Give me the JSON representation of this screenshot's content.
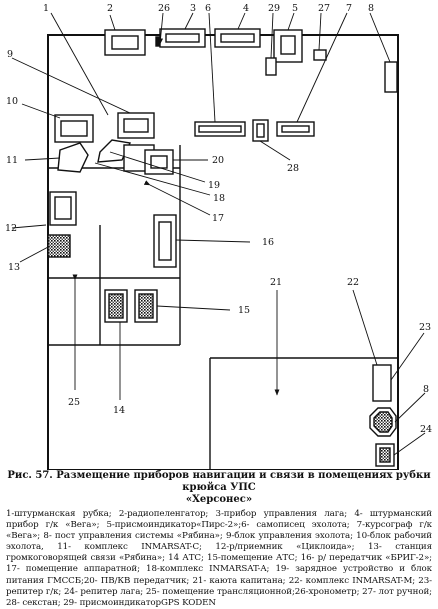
{
  "labels": {
    "n1": "1",
    "n2": "2",
    "n3": "3",
    "n4": "4",
    "n5": "5",
    "n6": "6",
    "n7": "7",
    "n8a": "8",
    "n8b": "8",
    "n9": "9",
    "n10": "10",
    "n11": "11",
    "n12": "12",
    "n13": "13",
    "n14": "14",
    "n15": "15",
    "n16": "16",
    "n17": "17",
    "n18": "18",
    "n19": "19",
    "n20": "20",
    "n21": "21",
    "n22": "22",
    "n23": "23",
    "n24": "24",
    "n25": "25",
    "n26": "26",
    "n27": "27",
    "n28": "28",
    "n29": "29"
  },
  "caption": {
    "title": "Рис. 57. Размещение приборов навигации и связи в помещениях рубки крюйса УПС",
    "subtitle": "«Херсонес»",
    "legend": "1-штурманская рубка; 2-радиопеленгатор; 3-прибор управления лага; 4- штурманский прибор г/к «Вега»; 5-присмоиндикатор«Пирс-2»;6- самописец эхолота; 7-курсограф г/к «Вега»; 8- пост управления системы «Рябина»; 9-блок управления эхолота; 10-блок рабочий эхолота, 11- комплекс INMARSAT-C; 12-р/приемник «Циклоида»; 13- станция громкоговорящей связи «Рябина»; 14 АТС; 15-помещение АТС; 16- р/ передатчик «БРИГ-2»; 17- помещение аппаратной; 18-комплекс INMARSAT-A; 19- зарядное устройство и блок питания ГМССБ;20- ПВ/КВ передатчик; 21- каюта капитана; 22- комплекс INMARSAT-M; 23- репитер г/к; 24- репитер лага; 25- помещение трансляционной;26-хронометр; 27- лот ручной; 28- секстан; 29- присмоиндикаторGPS KODEN"
  }
}
